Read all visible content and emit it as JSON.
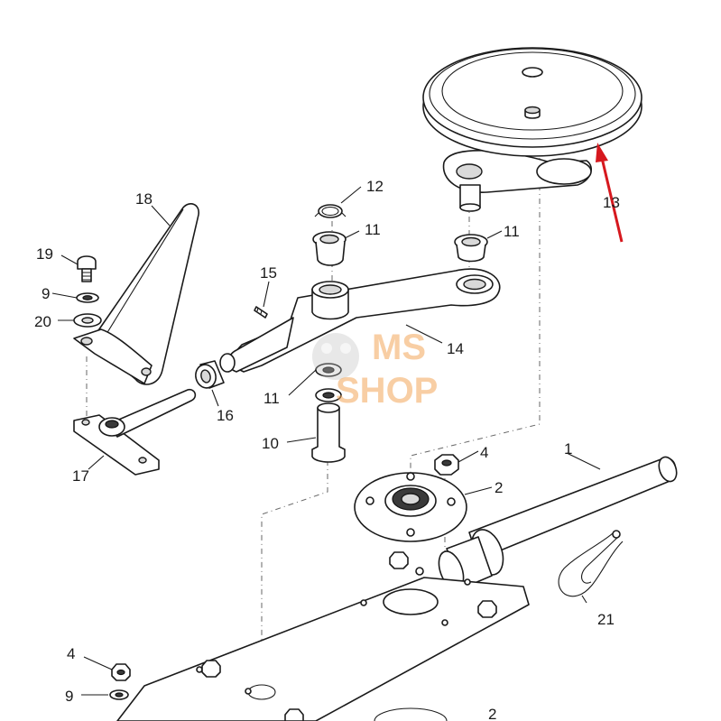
{
  "callouts": {
    "c1": "1",
    "c2a": "2",
    "c2b": "2",
    "c4a": "4",
    "c4b": "4",
    "c9a": "9",
    "c9b": "9",
    "c10": "10",
    "c11a": "11",
    "c11b": "11",
    "c11c": "11",
    "c12": "12",
    "c13": "13",
    "c14": "14",
    "c15": "15",
    "c16": "16",
    "c17": "17",
    "c18": "18",
    "c19": "19",
    "c20": "20",
    "c21": "21"
  },
  "watermark": {
    "line1": "MS",
    "line2": "SHOP"
  },
  "colors": {
    "arrow": "#d6181e",
    "watermark": "#f2a65a",
    "line": "#1a1a1a"
  }
}
